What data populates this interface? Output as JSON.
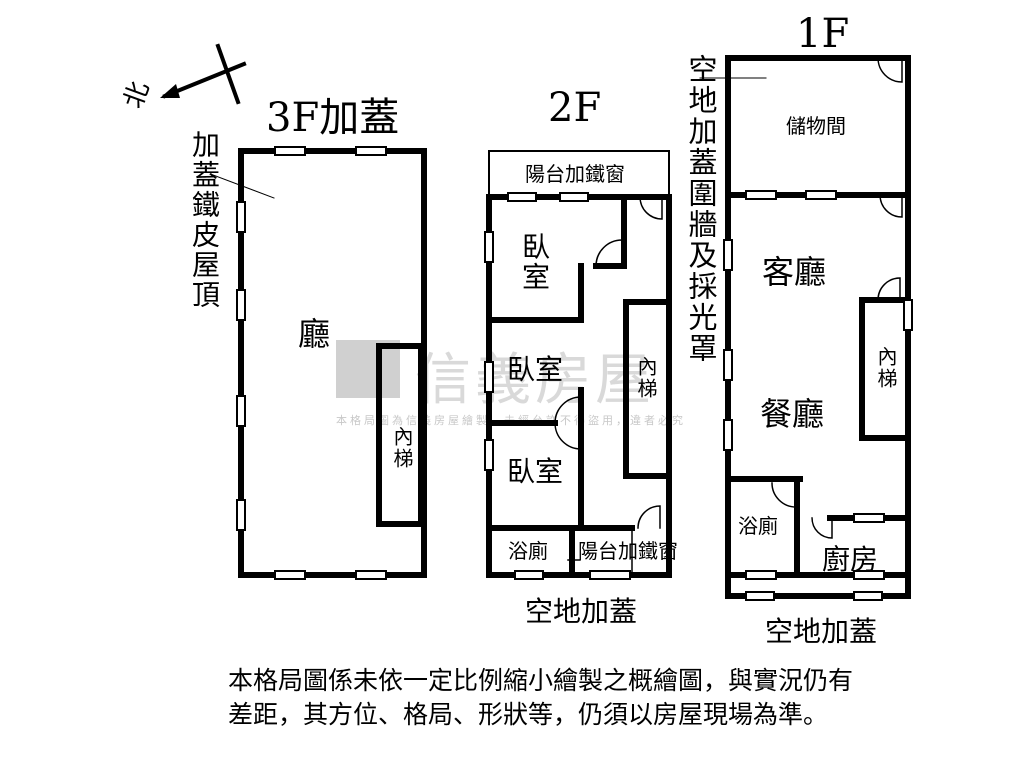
{
  "compass": {
    "north": "北"
  },
  "floors": {
    "f3": {
      "title": "3F加蓋",
      "roof_note": "加蓋鐵皮屋頂",
      "hall": "廳",
      "stair": "內梯"
    },
    "f2": {
      "title": "2F",
      "balcony_top": "陽台加鐵窗",
      "bedroom1": "臥室",
      "bedroom2": "臥室",
      "bedroom3": "臥室",
      "stair": "內梯",
      "bath": "浴廁",
      "balcony_bottom": "陽台加鐵窗",
      "below": "空地加蓋"
    },
    "f1": {
      "title": "1F",
      "side_note": "空地加蓋圍牆及採光罩",
      "storage": "儲物間",
      "living": "客廳",
      "dining": "餐廳",
      "stair": "內梯",
      "bath": "浴廁",
      "kitchen": "廚房",
      "below": "空地加蓋"
    }
  },
  "watermark": {
    "brand": "信義房屋",
    "notice": "本格局圖為信義房屋繪製，未經允許不得盜用，違者必究"
  },
  "disclaimer": "本格局圖係未依一定比例縮小繪製之概繪圖，與實況仍有差距，其方位、格局、形狀等，仍須以房屋現場為準。"
}
